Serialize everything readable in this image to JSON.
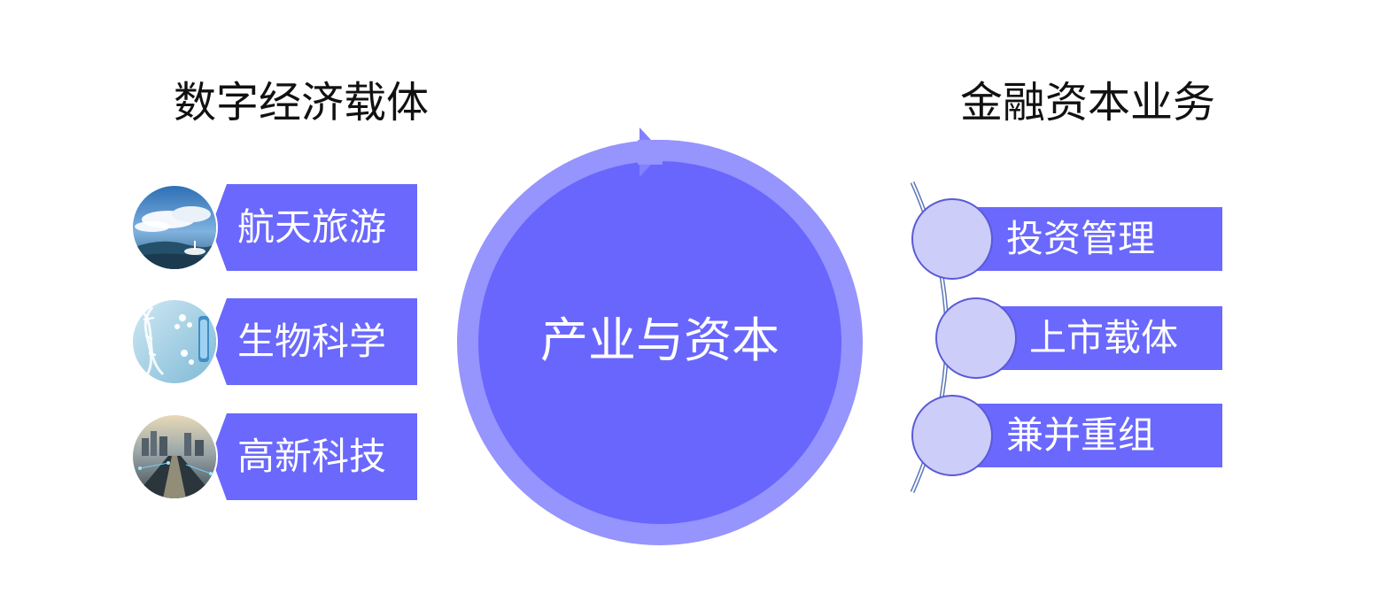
{
  "headings": {
    "left": "数字经济载体",
    "right": "金融资本业务"
  },
  "center": {
    "label": "产业与资本"
  },
  "left_items": [
    {
      "label": "航天旅游",
      "image": "sky-clouds-coast-photo"
    },
    {
      "label": "生物科学",
      "image": "dna-molecule-photo"
    },
    {
      "label": "高新科技",
      "image": "city-network-photo"
    }
  ],
  "right_items": [
    {
      "label": "投资管理"
    },
    {
      "label": "上市载体"
    },
    {
      "label": "兼并重组"
    }
  ],
  "colors": {
    "bar": "#6a68fd",
    "ring": "#9694fd",
    "center_fill": "#6966fe",
    "bubble": "#cdcdf9",
    "text_dark": "#111111",
    "text_light": "#ffffff"
  }
}
